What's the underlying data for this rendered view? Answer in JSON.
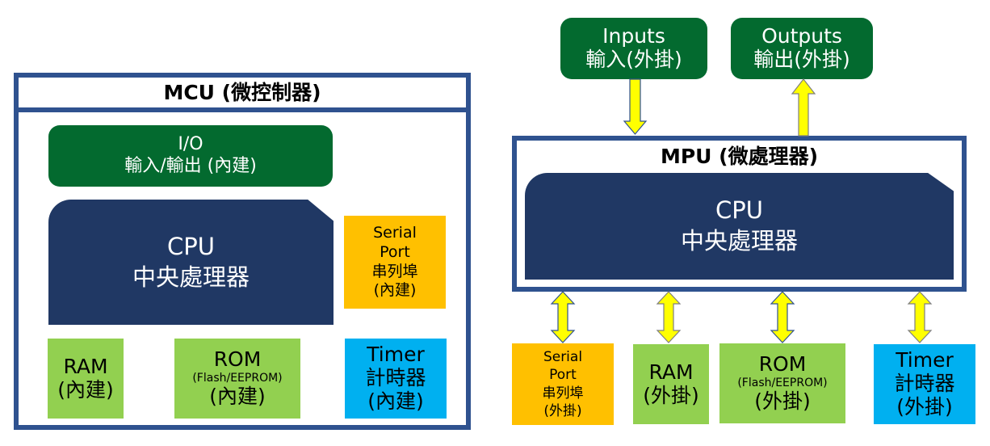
{
  "colors": {
    "frame_border": "#2f528f",
    "io_green": "#036a2f",
    "cpu_navy": "#203864",
    "serial_orange": "#ffc000",
    "memory_green": "#92d050",
    "timer_cyan": "#00b0f0",
    "arrow_yellow": "#ffff00"
  },
  "mcu": {
    "title": "MCU (微控制器)",
    "io": {
      "line1": "I/O",
      "line2": "輸入/輸出 (內建)"
    },
    "cpu": {
      "line1": "CPU",
      "line2": "中央處理器"
    },
    "serial_port": {
      "line1": "Serial",
      "line2": "Port",
      "line3": "串列埠",
      "line4": "(內建)"
    },
    "ram": {
      "line1": "RAM",
      "line2": "(內建)"
    },
    "rom": {
      "line1": "ROM",
      "line2": "(Flash/EEPROM)",
      "line3": "(內建)"
    },
    "timer": {
      "line1": "Timer",
      "line2": "計時器",
      "line3": "(內建)"
    }
  },
  "mpu": {
    "title": "MPU (微處理器)",
    "inputs": {
      "line1": "Inputs",
      "line2": "輸入(外掛)"
    },
    "outputs": {
      "line1": "Outputs",
      "line2": "輸出(外掛)"
    },
    "cpu": {
      "line1": "CPU",
      "line2": "中央處理器"
    },
    "serial_port": {
      "line1": "Serial",
      "line2": "Port",
      "line3": "串列埠",
      "line4": "(外掛)"
    },
    "ram": {
      "line1": "RAM",
      "line2": "(外掛)"
    },
    "rom": {
      "line1": "ROM",
      "line2": "(Flash/EEPROM)",
      "line3": "(外掛)"
    },
    "timer": {
      "line1": "Timer",
      "line2": "計時器",
      "line3": "(外掛)"
    }
  }
}
